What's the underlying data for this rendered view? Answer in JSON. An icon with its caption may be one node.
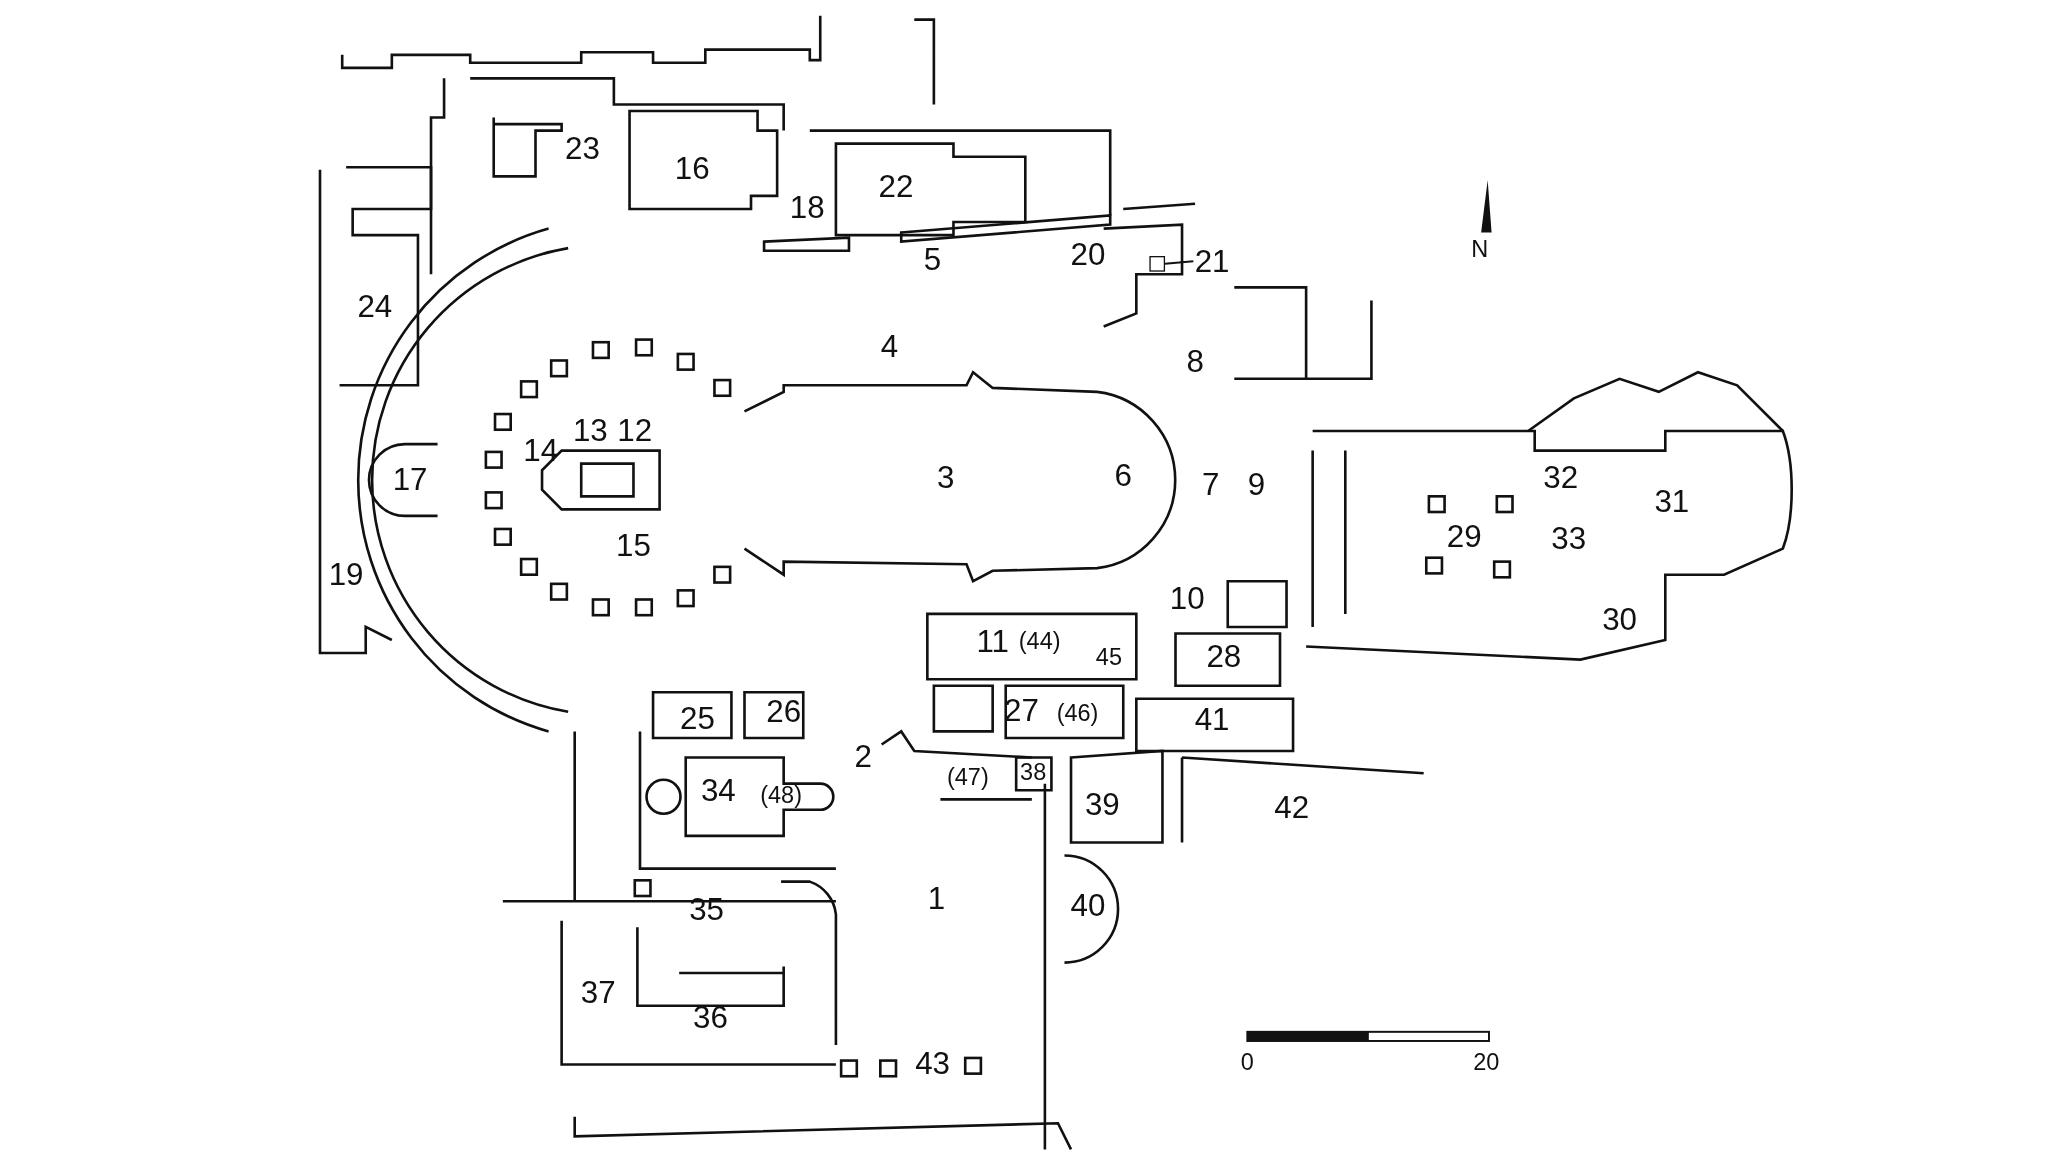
{
  "diagram": {
    "nodes": [
      {
        "text": [
          "21"
        ]
      },
      {
        "text": [],
        "shape": "box"
      }
    ],
    "edges": [
      {
        "from": 0,
        "to": 1,
        "arrow": "none"
      }
    ],
    "labels": [
      "23",
      "16",
      "22",
      "18",
      "N",
      "20",
      "5",
      "24",
      "4",
      "8",
      "13",
      "12",
      "14",
      "6",
      "3",
      "32",
      "17",
      "7",
      "9",
      "31",
      "29",
      "33",
      "15",
      "19",
      "10",
      "30",
      "11",
      "(44)",
      "28",
      "45",
      "26",
      "27",
      "(46)",
      "25",
      "41",
      "2",
      "38",
      "(47)",
      "34",
      "(48)",
      "39",
      "42",
      "1",
      "40",
      "35",
      "37",
      "36",
      "0",
      "43",
      "20"
    ]
  }
}
